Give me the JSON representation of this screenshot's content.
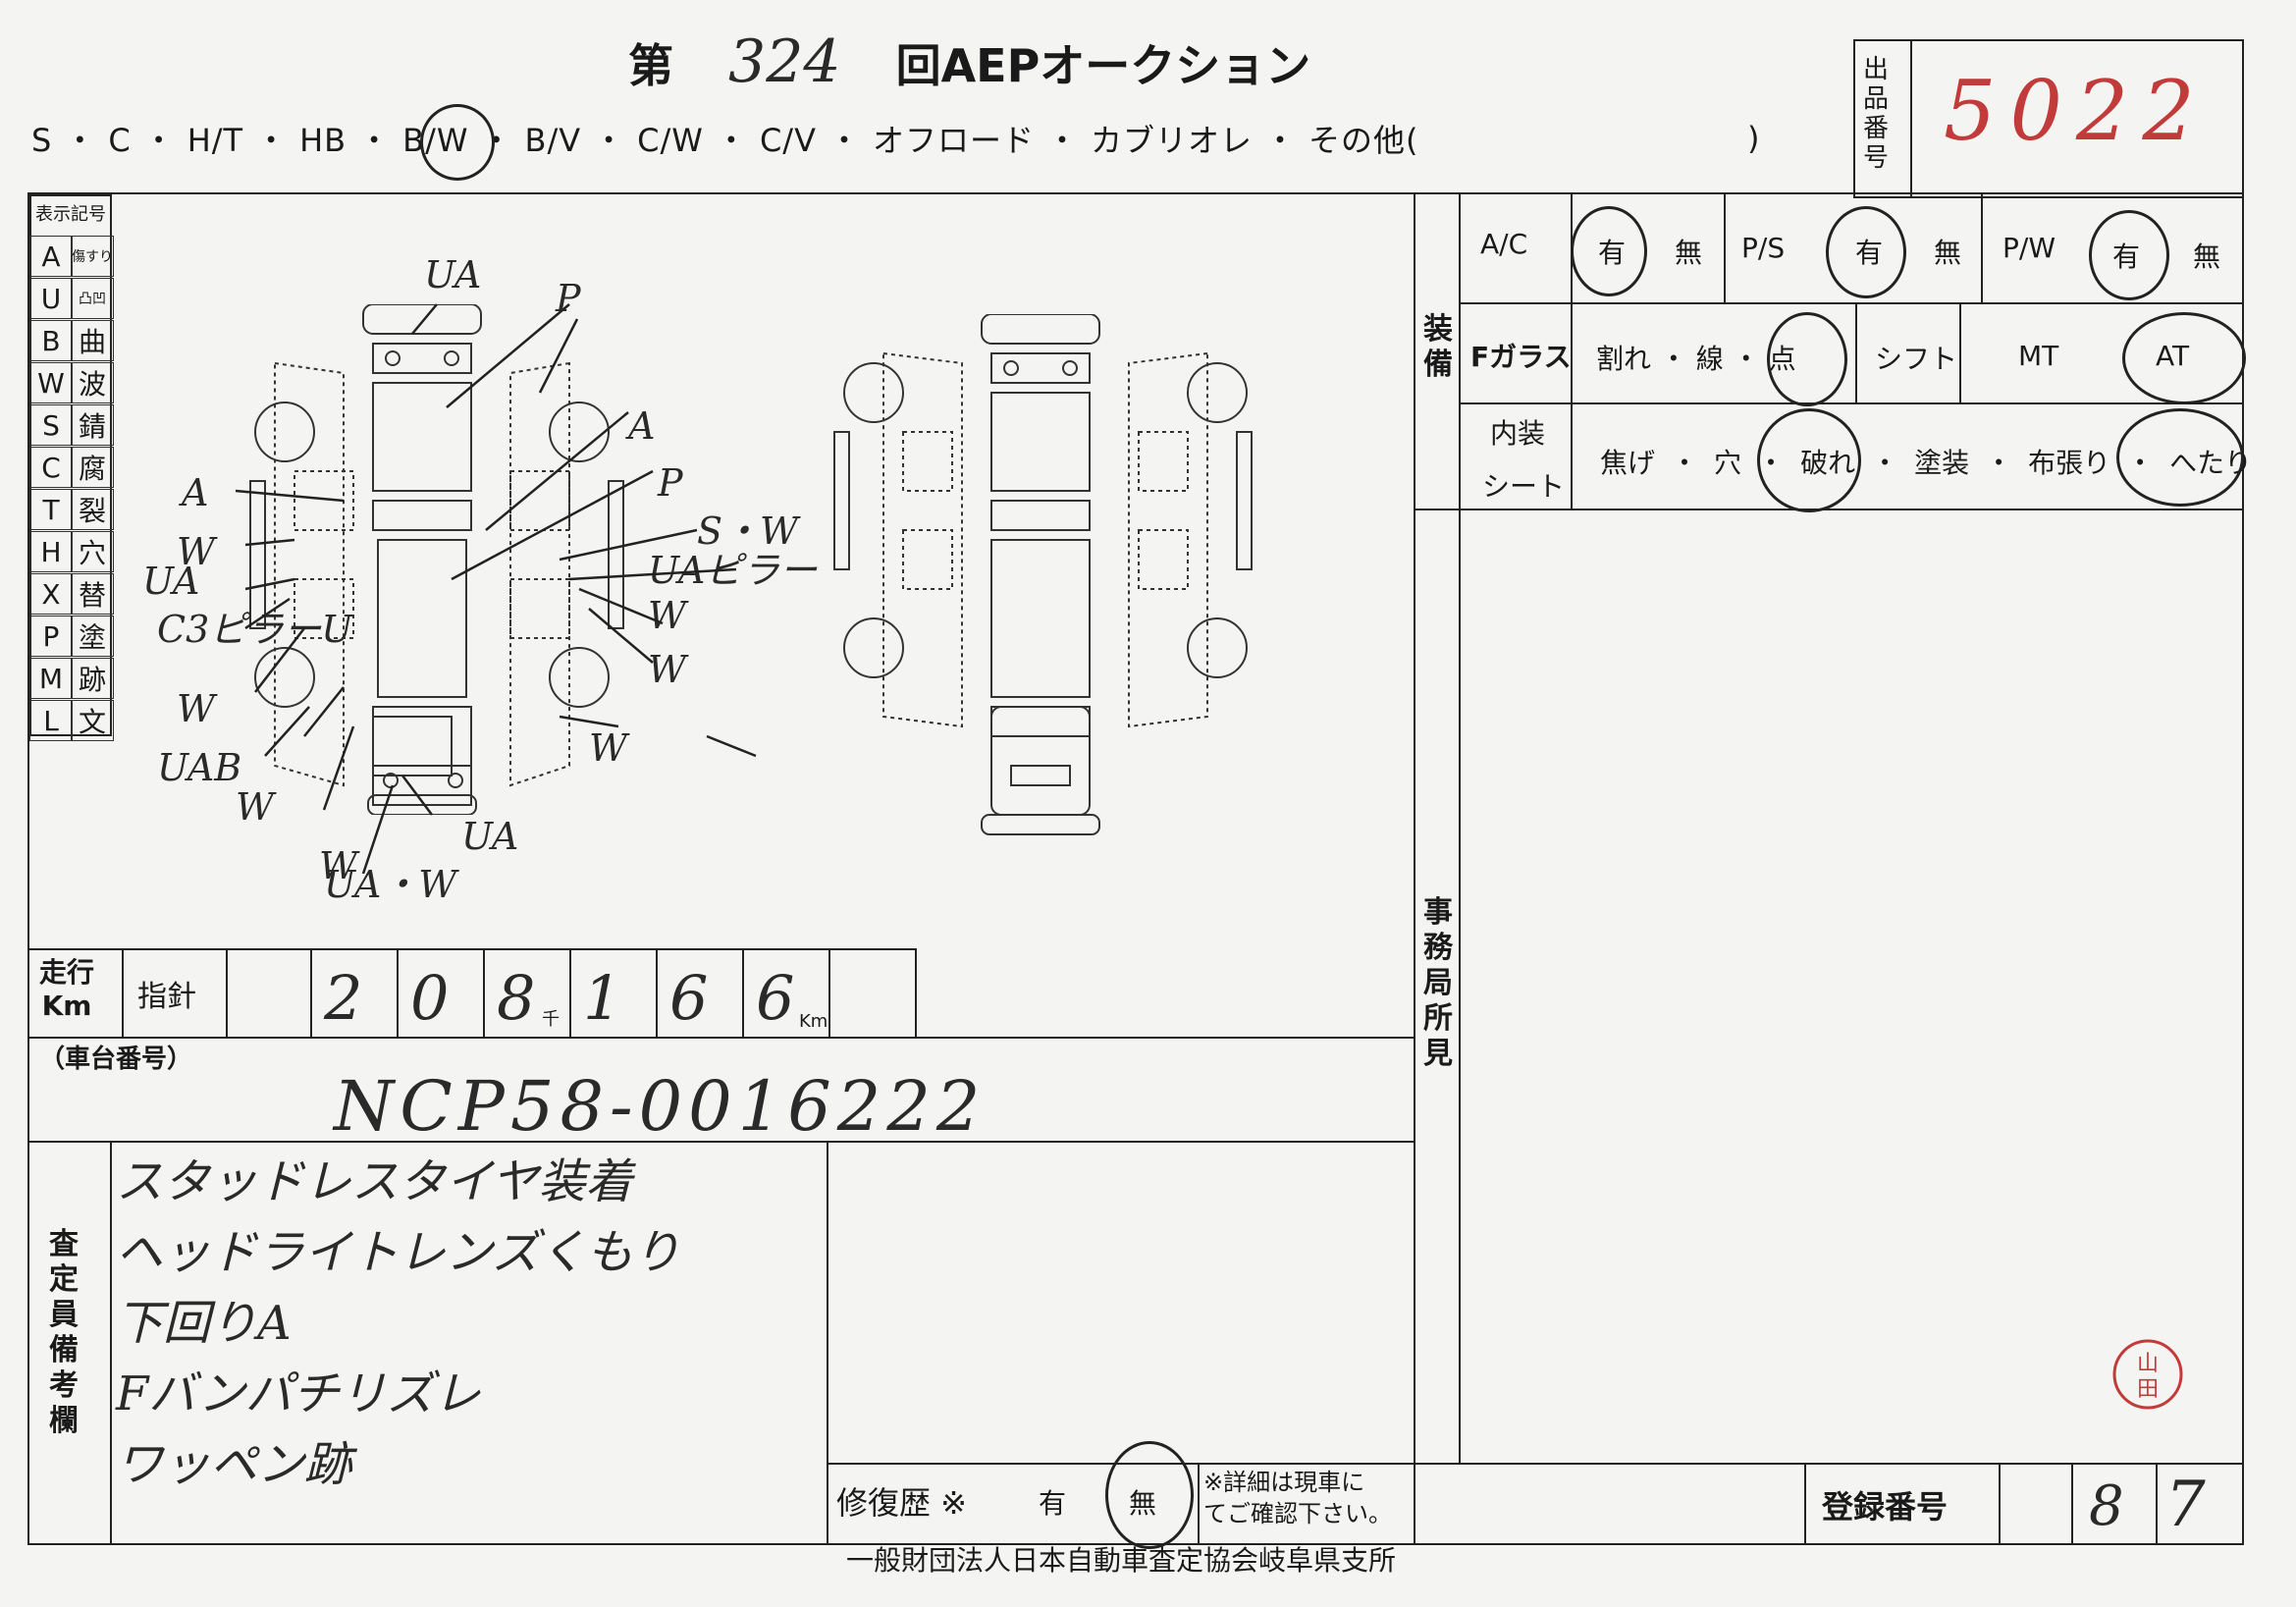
{
  "header": {
    "title_prefix": "第",
    "auction_number": "324",
    "title_suffix": "回AEPオークション",
    "body_types": [
      "S",
      "C",
      "H/T",
      "HB",
      "B/W",
      "B/V",
      "C/W",
      "C/V",
      "オフロード",
      "カブリオレ",
      "その他("
    ],
    "body_types_close": ")",
    "lot_label": "出品番号",
    "lot_number": "5022"
  },
  "legend": {
    "title": "表示記号",
    "items": [
      {
        "code": "A",
        "meaning": "傷すり"
      },
      {
        "code": "U",
        "meaning": "凸凹"
      },
      {
        "code": "B",
        "meaning": "曲"
      },
      {
        "code": "W",
        "meaning": "波"
      },
      {
        "code": "S",
        "meaning": "錆"
      },
      {
        "code": "C",
        "meaning": "腐"
      },
      {
        "code": "T",
        "meaning": "裂"
      },
      {
        "code": "H",
        "meaning": "穴"
      },
      {
        "code": "X",
        "meaning": "替"
      },
      {
        "code": "P",
        "meaning": "塗"
      },
      {
        "code": "M",
        "meaning": "跡"
      },
      {
        "code": "L",
        "meaning": "文"
      }
    ]
  },
  "damage_marks": [
    "UA",
    "P",
    "A",
    "A",
    "P",
    "S・W",
    "W",
    "UAピラー",
    "UA",
    "C3ピラーU",
    "W",
    "W",
    "W",
    "W",
    "UAB",
    "W",
    "W",
    "UA・W",
    "UA"
  ],
  "equipment": {
    "section_label": "装備",
    "ac_label": "A/C",
    "ac_yes": "有",
    "ac_no": "無",
    "ps_label": "P/S",
    "ps_yes": "有",
    "ps_no": "無",
    "pw_label": "P/W",
    "pw_yes": "有",
    "pw_no": "無",
    "fglass_label": "Fガラス",
    "fglass_options": "割れ ・ 線 ・ 点",
    "shift_label": "シフト",
    "shift_mt": "MT",
    "shift_at": "AT",
    "interior_label": "内装",
    "seat_label": "シート",
    "interior_options": [
      "焦げ",
      "穴",
      "破れ",
      "塗装",
      "布張り",
      "へたり"
    ]
  },
  "office_label": "事務局所見",
  "mileage": {
    "label_line1": "走行",
    "label_line2": "Km",
    "indicator_label": "指針",
    "digits": [
      "2",
      "0",
      "8",
      "1",
      "6",
      "6"
    ],
    "thousand_mark": "千",
    "km_mark": "Km"
  },
  "chassis": {
    "label": "（車台番号）",
    "value": "NCP58-0016222"
  },
  "inspector": {
    "label": "査定員備考欄",
    "notes": [
      "スタッドレスタイヤ装着",
      "ヘッドライトレンズくもり",
      "下回りA",
      "Fバンパチリズレ",
      "ワッペン跡"
    ]
  },
  "repair": {
    "label": "修復歴 ※",
    "yes": "有",
    "no": "無",
    "note_line1": "※詳細は現車に",
    "note_line2": "てご確認下さい。"
  },
  "registration": {
    "label": "登録番号",
    "value_1": "8",
    "value_2": "7"
  },
  "footer": "一般財団法人日本自動車査定協会岐阜県支所"
}
